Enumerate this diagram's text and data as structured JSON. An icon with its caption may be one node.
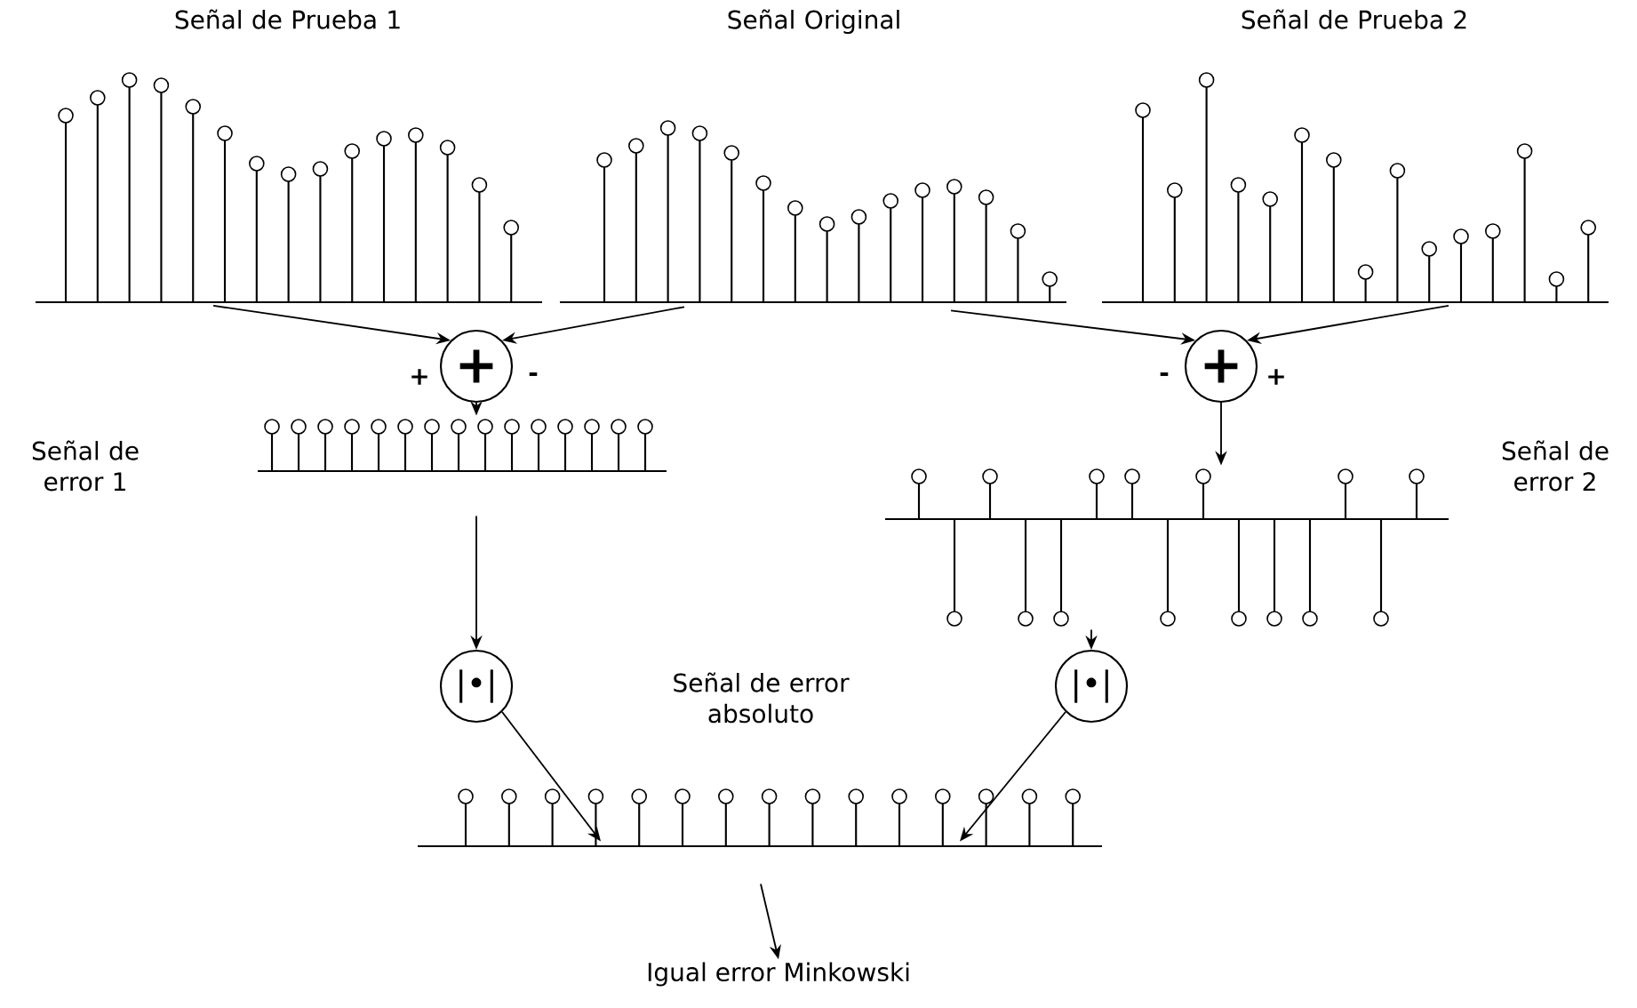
{
  "diagram": {
    "nodes": [
      {
        "text": [
          "Señal de Prueba 1"
        ]
      },
      {
        "text": [
          "Señal Original"
        ]
      },
      {
        "text": [
          "Señal de Prueba 2"
        ]
      },
      {
        "text": [
          "+"
        ],
        "beside": [
          "+",
          "-"
        ]
      },
      {
        "text": [
          "+"
        ],
        "beside": [
          "-",
          "+"
        ]
      },
      {
        "text": [],
        "shape": "picture"
      },
      {
        "text": [],
        "shape": "picture",
        "beside": [
          "Señal de error 2"
        ]
      },
      {
        "text": [
          "|•|"
        ]
      },
      {
        "text": [
          "|•|"
        ]
      },
      {
        "text": [
          "Señal de error absoluto"
        ]
      },
      {
        "text": [
          "Igual error Minkowski"
        ]
      }
    ],
    "edges": [
      {
        "from": 0,
        "to": 3,
        "arrow": "to"
      },
      {
        "from": 1,
        "to": 3,
        "arrow": "to"
      },
      {
        "from": 1,
        "to": 4,
        "arrow": "to"
      },
      {
        "from": 2,
        "to": 4,
        "arrow": "to"
      },
      {
        "from": 3,
        "to": 5,
        "arrow": "to"
      },
      {
        "from": 4,
        "to": 6,
        "arrow": "to"
      },
      {
        "from": 5,
        "to": 7,
        "arrow": "to"
      },
      {
        "from": 6,
        "to": 8,
        "arrow": "to"
      },
      {
        "from": 7,
        "to": 9,
        "arrow": "to"
      },
      {
        "from": 8,
        "to": 9,
        "arrow": "to"
      },
      {
        "from": 9,
        "to": 10,
        "arrow": "to"
      }
    ],
    "labels": [
      "Señal de error 1"
    ]
  }
}
